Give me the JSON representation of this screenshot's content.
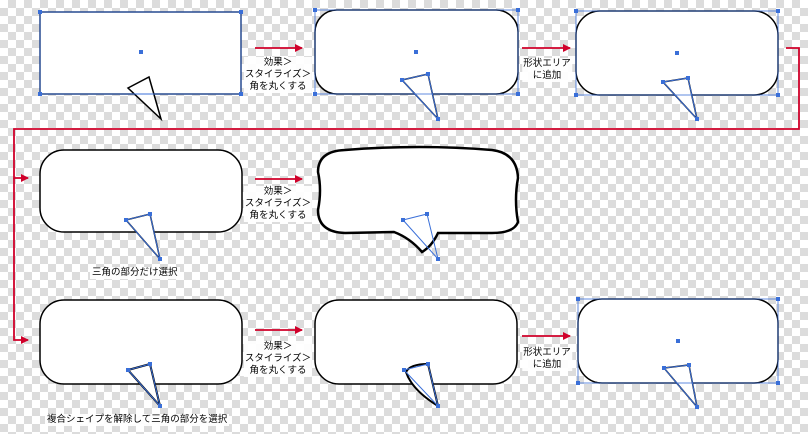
{
  "colors": {
    "flow_arrow": "#d0002a",
    "selection": "#3a6fd8",
    "shape_stroke": "#000000",
    "shape_fill": "#ffffff"
  },
  "labels": {
    "round_corners": "効果＞\nスタイライズ＞\n角を丸くする",
    "add_to_shape_area": "形状エリア\nに追加"
  },
  "captions": {
    "select_triangle": "三角の部分だけ選択",
    "release_compound": "複合シェイプを解除して三角の部分を選択"
  }
}
